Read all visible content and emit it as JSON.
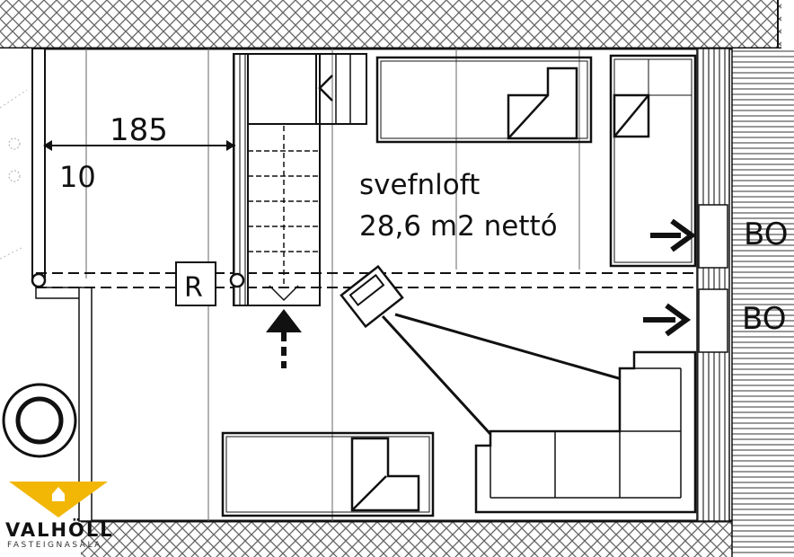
{
  "room": {
    "name": "svefnloft",
    "area": "28,6 m2 nettó"
  },
  "dimensions": {
    "width": "185",
    "small": "10"
  },
  "symbols": {
    "r_box": "R",
    "door_label_1": "BO",
    "door_label_2": "BO"
  },
  "logo": {
    "name": "VALHÖLL",
    "tagline": "FASTEIGNASALA",
    "color": "#f2b705"
  }
}
